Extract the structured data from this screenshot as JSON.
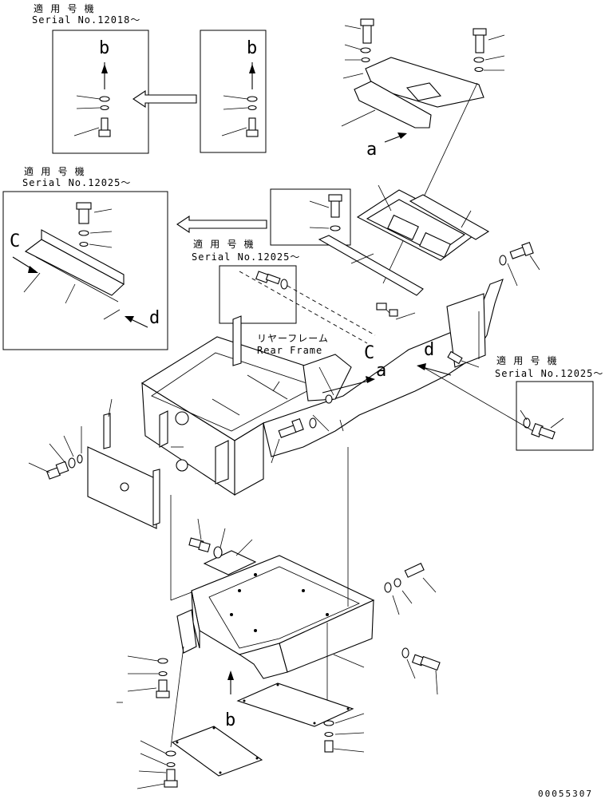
{
  "callouts": {
    "box1_title": "適 用 号 機",
    "box1_serial": "Serial No.12018～",
    "box2_title": "適 用 号 機",
    "box2_serial": "Serial No.12025～",
    "box3_title": "適 用 号 機",
    "box3_serial": "Serial No.12025～",
    "box4_title": "適 用 号 機",
    "box4_serial": "Serial No.12025～"
  },
  "frame_label": {
    "jp": "リヤーフレーム",
    "en": "Rear Frame"
  },
  "view_letters": {
    "b_top_left": "b",
    "b_top_mid": "b",
    "a_top": "a",
    "c_left": "C",
    "d_left": "d",
    "c_frame": "C",
    "d_frame": "d",
    "a_frame": "a",
    "b_bottom": "b"
  },
  "drawing_code": "00055307"
}
